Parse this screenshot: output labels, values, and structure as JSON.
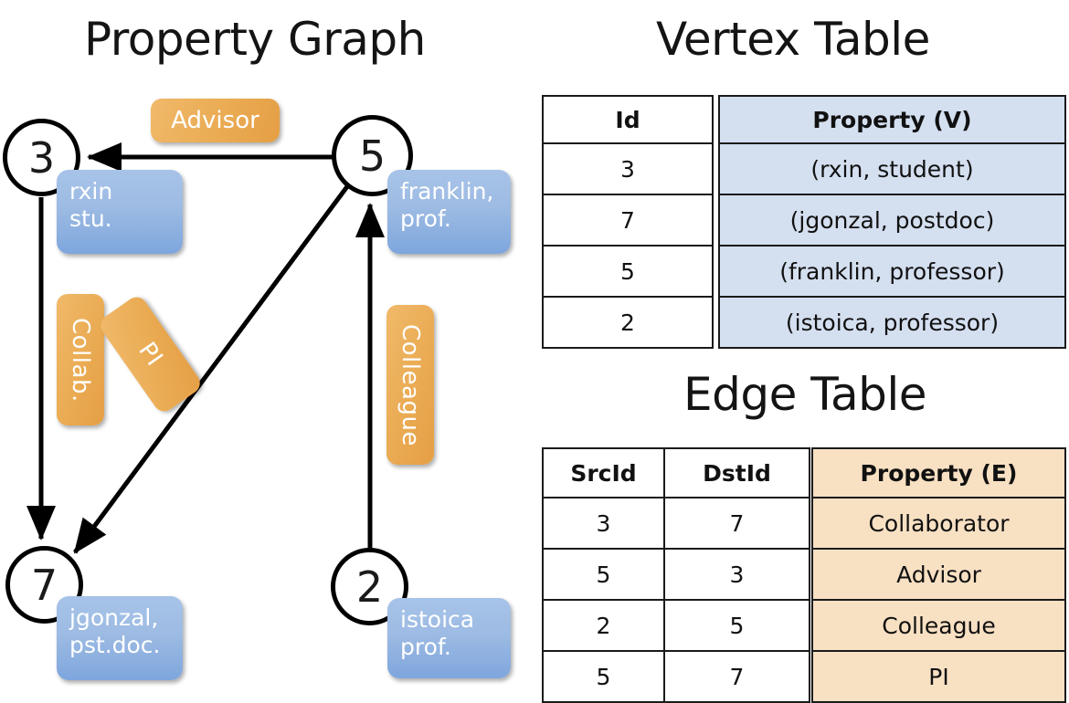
{
  "titles": {
    "graph": "Property Graph",
    "vertex_table": "Vertex Table",
    "edge_table": "Edge Table"
  },
  "graph": {
    "nodes": [
      {
        "id": "3",
        "property_lines": [
          "rxin",
          "stu."
        ]
      },
      {
        "id": "5",
        "property_lines": [
          "franklin,",
          "prof."
        ]
      },
      {
        "id": "7",
        "property_lines": [
          "jgonzal,",
          "pst.doc."
        ]
      },
      {
        "id": "2",
        "property_lines": [
          "istoica",
          "prof."
        ]
      }
    ],
    "edge_labels": [
      {
        "text": "Advisor",
        "orientation": "horizontal"
      },
      {
        "text": "Collab.",
        "orientation": "vertical"
      },
      {
        "text": "PI",
        "orientation": "vertical-rotated"
      },
      {
        "text": "Colleague",
        "orientation": "vertical"
      }
    ]
  },
  "vertex_table": {
    "headers": [
      "Id",
      "Property (V)"
    ],
    "rows": [
      {
        "id": "3",
        "property": "(rxin, student)"
      },
      {
        "id": "7",
        "property": "(jgonzal, postdoc)"
      },
      {
        "id": "5",
        "property": "(franklin, professor)"
      },
      {
        "id": "2",
        "property": "(istoica, professor)"
      }
    ]
  },
  "edge_table": {
    "headers": [
      "SrcId",
      "DstId",
      "Property (E)"
    ],
    "rows": [
      {
        "src": "3",
        "dst": "7",
        "property": "Collaborator"
      },
      {
        "src": "5",
        "dst": "3",
        "property": "Advisor"
      },
      {
        "src": "2",
        "dst": "5",
        "property": "Colleague"
      },
      {
        "src": "5",
        "dst": "7",
        "property": "PI"
      }
    ]
  },
  "colors": {
    "vertex_property_fill": "#d4dff0",
    "edge_property_fill": "#f8e0c3",
    "node_property_box": "#9dbbe3",
    "edge_label_box": "#eaab53",
    "stroke": "#1a1a1a"
  }
}
